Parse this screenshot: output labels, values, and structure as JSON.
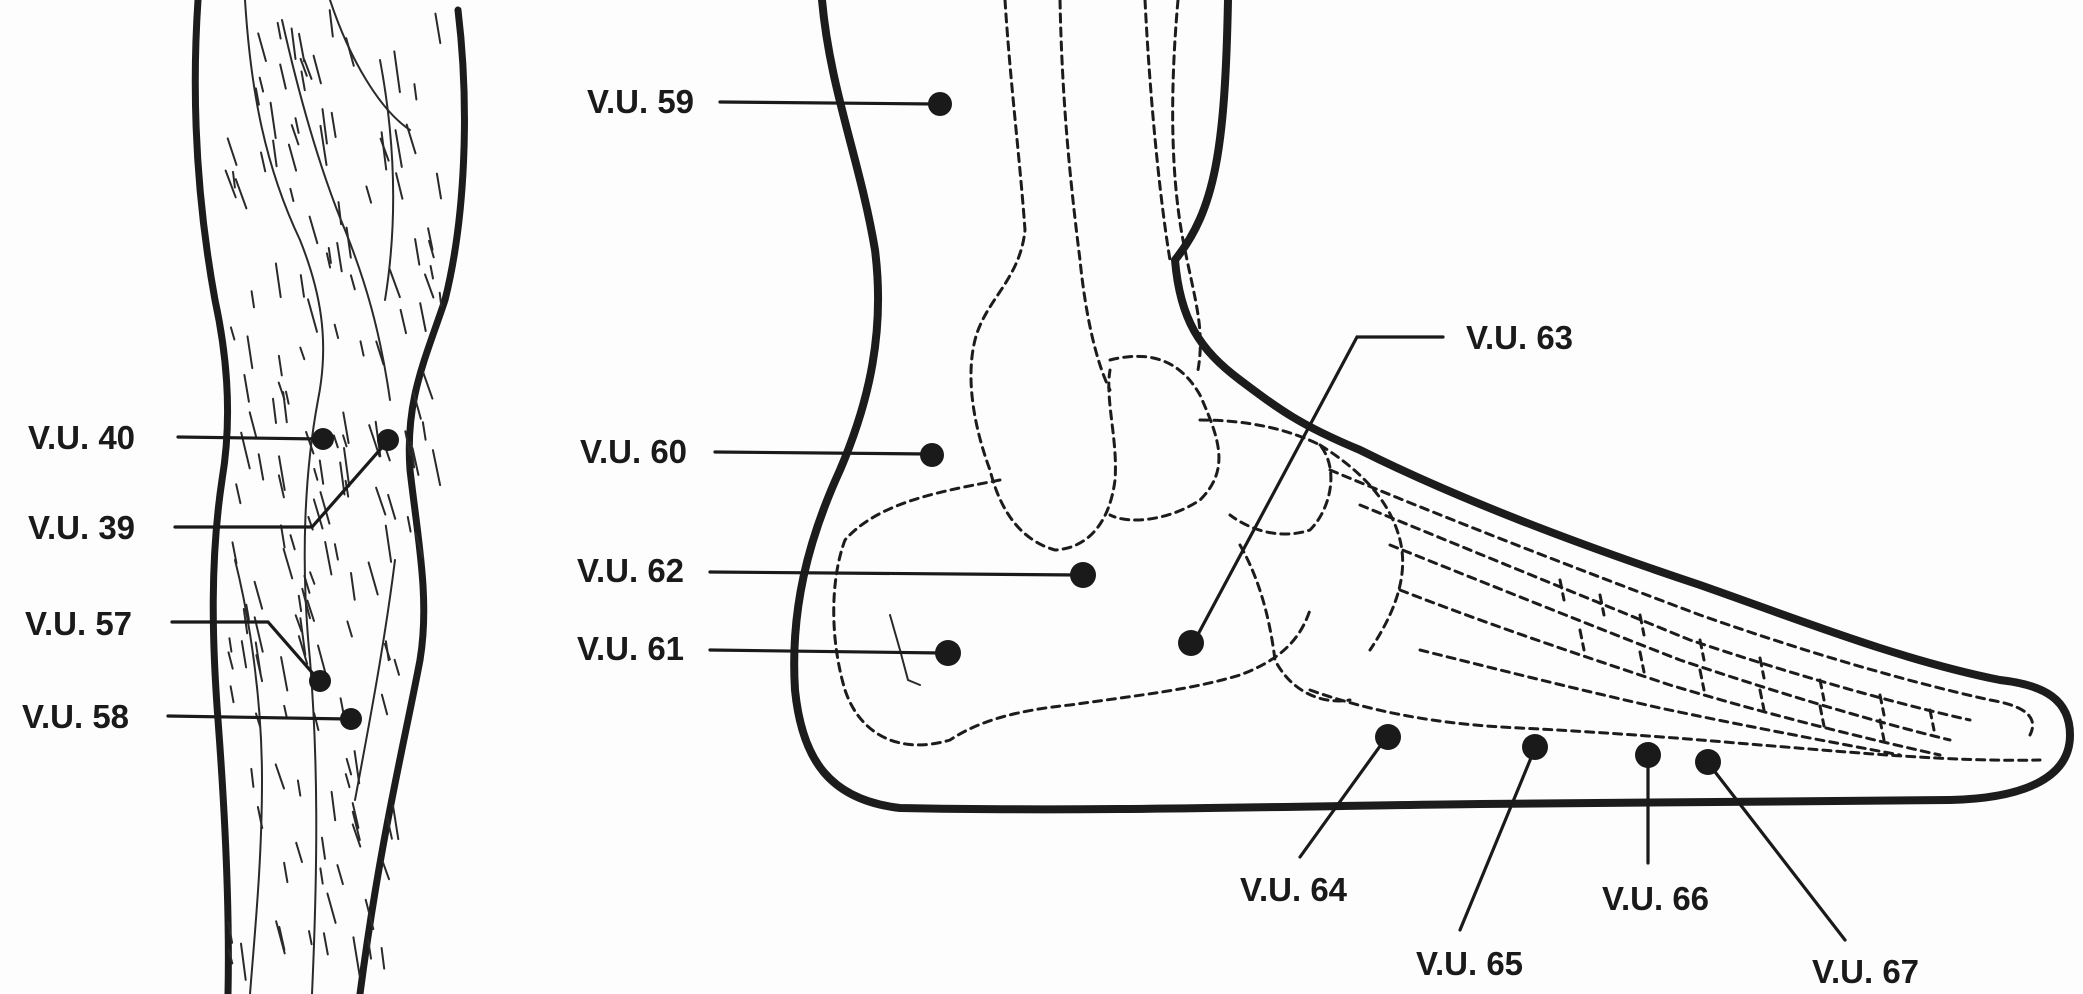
{
  "colors": {
    "ink": "#1a1a1a",
    "paper": "#fdfdfd"
  },
  "points": {
    "vu40": "V.U. 40",
    "vu39": "V.U. 39",
    "vu57": "V.U. 57",
    "vu58": "V.U. 58",
    "vu59": "V.U. 59",
    "vu60": "V.U. 60",
    "vu62": "V.U. 62",
    "vu61": "V.U. 61",
    "vu63": "V.U. 63",
    "vu64": "V.U. 64",
    "vu65": "V.U. 65",
    "vu66": "V.U. 66",
    "vu67": "V.U. 67"
  }
}
